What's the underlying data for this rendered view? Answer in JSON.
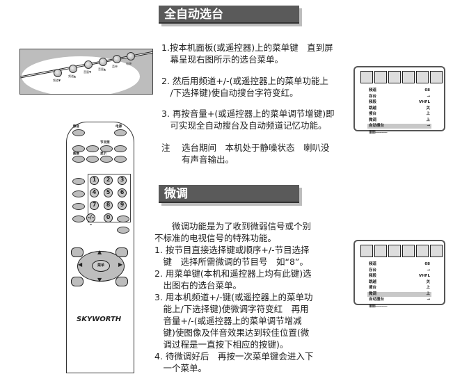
{
  "section1": {
    "title": "全自动选台",
    "lines": [
      "1.按本机面板(或遥控器)上的菜单键　直到屏",
      "　幕呈现右图所示的选台菜单。",
      "2. 然后用频道+/-(或遥控器上的菜单功能上",
      "　/下选择键)使自动搜台字符变红。",
      "3. 再按音量+(或遥控器上的菜单调节增键)即",
      "　可实现全自动搜台及自动频道记忆功能。",
      "注　 选台期间　本机处于静噪状态　喇叭没",
      "　　 有声音输出。"
    ]
  },
  "section2": {
    "title": "微调",
    "lines": [
      "　　微调功能是为了收到微弱信号或个别",
      "不标准的电视信号的特殊功能。",
      "1. 按节目直接选择键或顺序+/-节目选择",
      "　键　选择所需微调的节目号　如“8”。",
      "2. 用菜单键(本机和遥控器上均有此键)选",
      "　出图右的选台菜单。",
      "3. 用本机频道+/-键(或遥控器上的菜单功",
      "　能上/下选择键)使微调字符变红　再用",
      "　音量+/-(或遥控器上的菜单调节增减",
      "　键)使图像及伴音效果达到较佳位置(微",
      "　调过程是一直按下相应的按键)。",
      "4. 待微调好后　再按一次菜单键会进入下",
      "　一个菜单。"
    ]
  },
  "panel": {
    "buttons": [
      "频道▼",
      "频道▲",
      "音量▼",
      "音量▲",
      "菜单",
      "电源"
    ]
  },
  "remote": {
    "brand": "SKYWORTH",
    "labels": [
      "静音",
      "电源",
      "节目预",
      "图像",
      "显示",
      "频道",
      "0",
      "-/--",
      "菜单",
      "上",
      "下",
      "左",
      "右"
    ],
    "numbers": [
      "1",
      "2",
      "3",
      "4",
      "5",
      "6",
      "7",
      "8",
      "9",
      "0"
    ]
  },
  "osd1": {
    "rows": [
      [
        "频道",
        "08"
      ],
      [
        "存台",
        "→"
      ],
      [
        "频段",
        "VHFL"
      ],
      [
        "跳越",
        "关"
      ],
      [
        "搜台",
        "上"
      ],
      [
        "微调",
        "上"
      ],
      [
        "自动搜台",
        "→"
      ]
    ],
    "bar": "|||||||||||||.............................",
    "highlight": 6
  },
  "osd2": {
    "rows": [
      [
        "频道",
        "08"
      ],
      [
        "存台",
        "→"
      ],
      [
        "频段",
        "VHFL"
      ],
      [
        "跳越",
        "关"
      ],
      [
        "搜台",
        "上"
      ],
      [
        "微调",
        "上"
      ],
      [
        "自动搜台",
        "→"
      ]
    ],
    "bar": "|||||||||||||.............................",
    "highlight": 5
  }
}
